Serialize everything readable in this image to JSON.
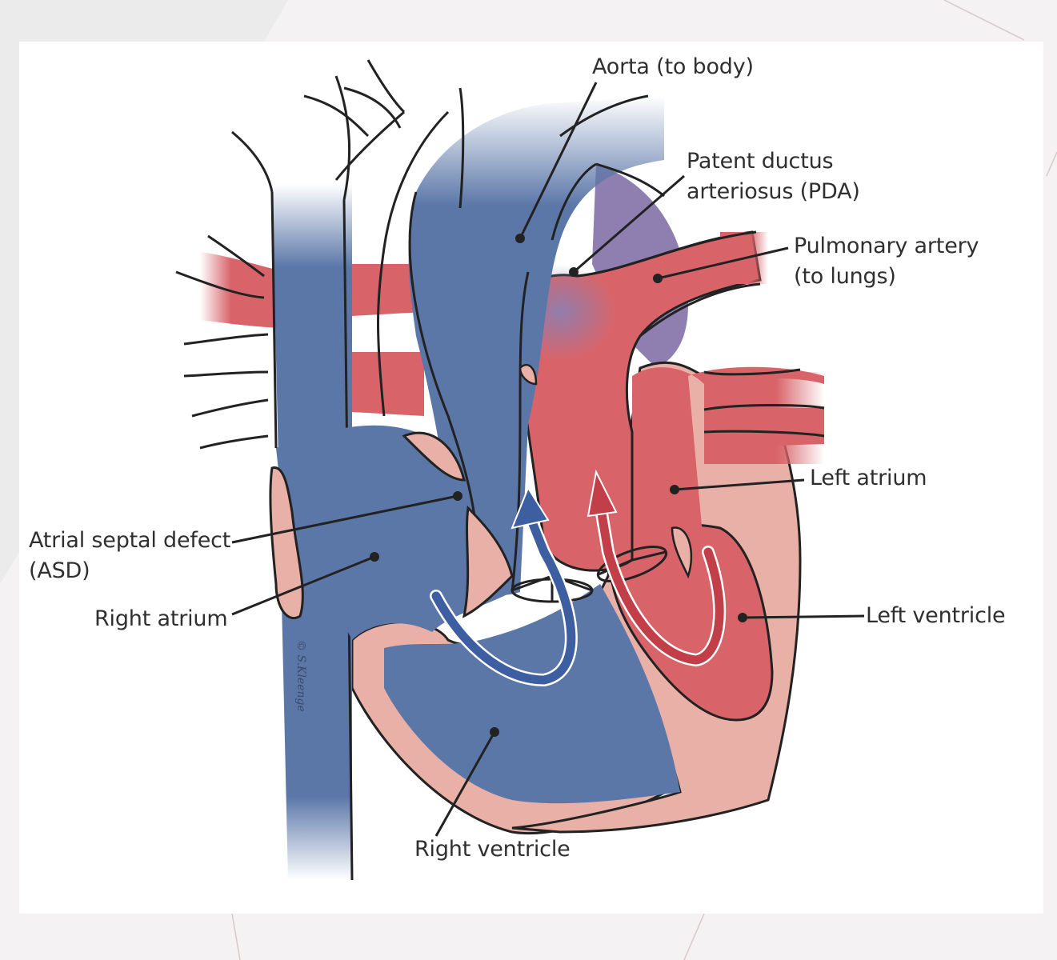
{
  "labels": {
    "aorta": "Aorta (to body)",
    "pda_line1": "Patent ductus",
    "pda_line2": "arteriosus (PDA)",
    "pulmonary_line1": "Pulmonary artery",
    "pulmonary_line2": "(to lungs)",
    "left_atrium": "Left atrium",
    "asd_line1": "Atrial septal defect",
    "asd_line2": "(ASD)",
    "right_atrium": "Right atrium",
    "left_ventricle": "Left ventricle",
    "right_ventricle": "Right ventricle"
  },
  "colors": {
    "deoxygenated_blue": "#5b77a8",
    "oxygenated_red": "#d8646a",
    "heart_wall_pink": "#e8b0a6",
    "pda_purple": "#8e7fb0",
    "outline": "#222222"
  },
  "icons": {
    "blue_arrow": "curved-flow-arrow-blue",
    "red_arrow": "curved-flow-arrow-red"
  }
}
